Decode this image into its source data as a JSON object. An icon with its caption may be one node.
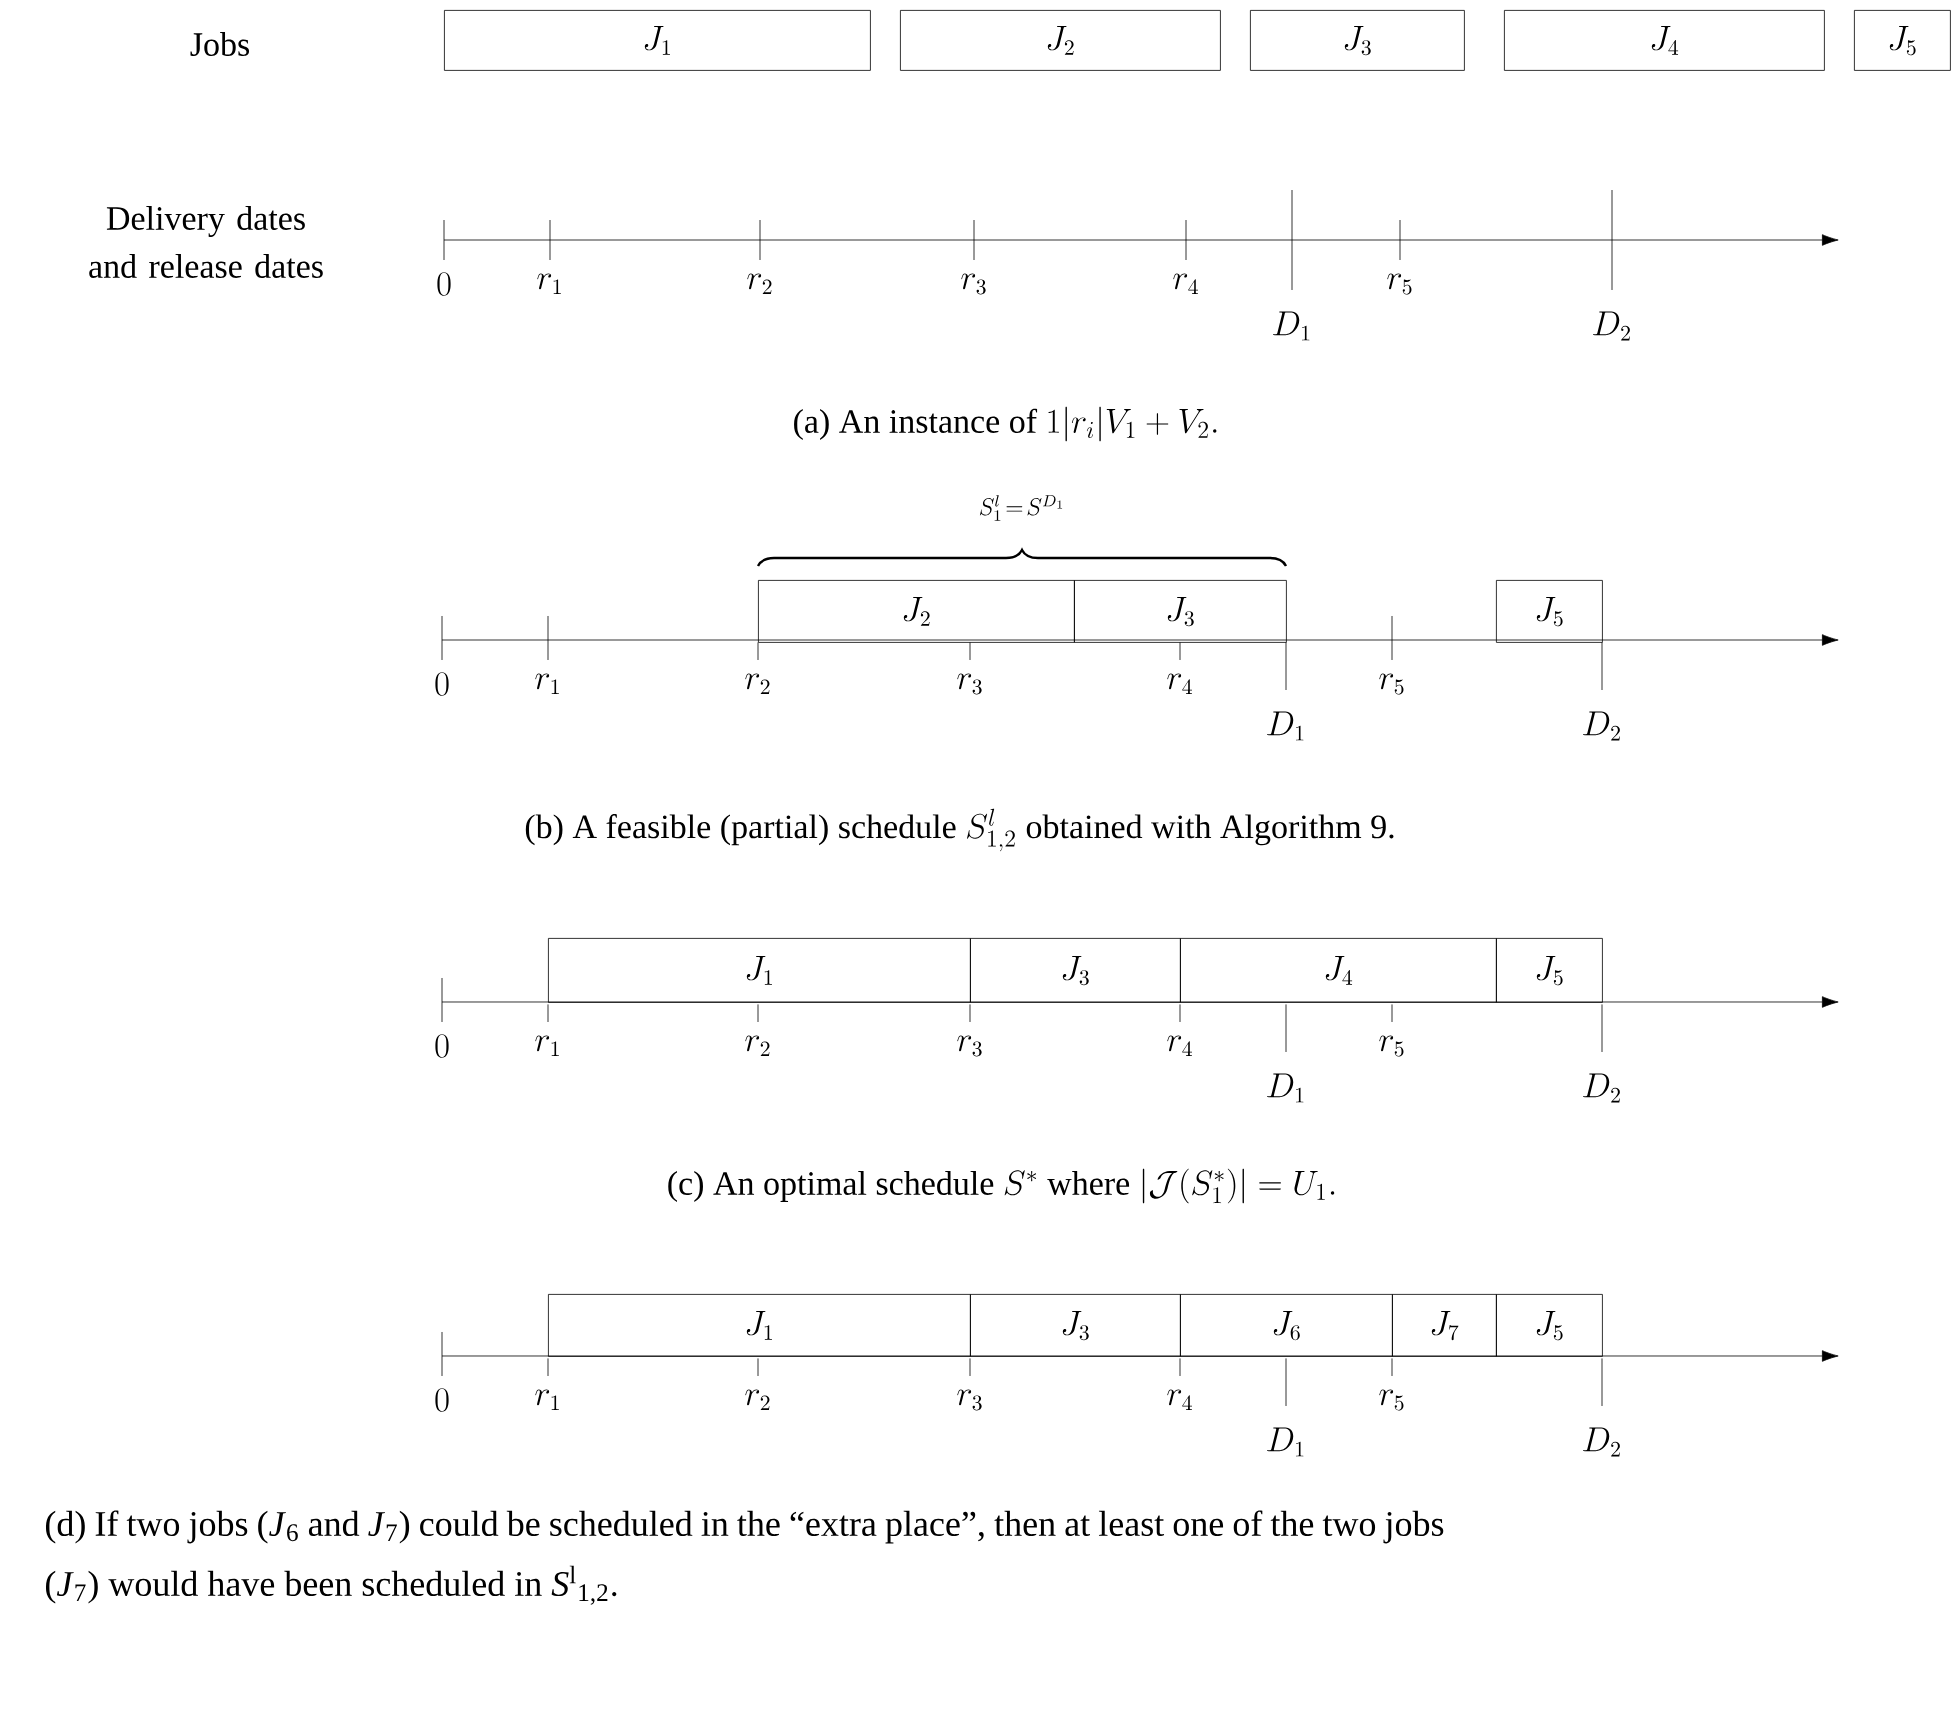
{
  "diagram": {
    "nodes": [
      {
        "text": [
          "J_1"
        ]
      },
      {
        "text": [
          "J_2"
        ]
      },
      {
        "text": [
          "J_3"
        ]
      },
      {
        "text": [
          "J_4"
        ]
      },
      {
        "text": [
          "J_5"
        ]
      },
      {
        "text": [
          "J_2"
        ]
      },
      {
        "text": [
          "J_3"
        ]
      },
      {
        "text": [
          "J_5"
        ]
      },
      {
        "text": [
          "J_1"
        ]
      },
      {
        "text": [
          "J_3"
        ]
      },
      {
        "text": [
          "J_4"
        ]
      },
      {
        "text": [
          "J_5"
        ]
      },
      {
        "text": [
          "J_1"
        ]
      },
      {
        "text": [
          "J_3"
        ]
      },
      {
        "text": [
          "J_6"
        ]
      },
      {
        "text": [
          "J_7"
        ]
      },
      {
        "text": [
          "J_5"
        ]
      }
    ],
    "labels": [
      "Jobs",
      "Delivery dates and release dates",
      "0",
      "r_1",
      "r_2",
      "r_3",
      "r_4",
      "D_1",
      "r_5",
      "D_2",
      "\\text{(a) An instance of }1|r_i|V_1+V_2.",
      "S_1^l\\!=\\!S^{D_1}",
      "0",
      "r_1",
      "r_2",
      "r_3",
      "r_4",
      "D_1",
      "r_5",
      "D_2",
      "\\text{(b) A feasible (partial) schedule }S^l_{1,2}\\text{ obtained with Algorithm 9.}",
      "0",
      "r_1",
      "r_2",
      "r_3",
      "r_4",
      "D_1",
      "r_5",
      "D_2",
      "\\text{(c) An optimal schedule }S^*\\text{ where }|\\mathcal{J}(S^*_1)|=U_1.",
      "0",
      "r_1",
      "r_2",
      "r_3",
      "r_4",
      "D_1",
      "r_5",
      "D_2",
      "(d) If two jobs (*J*$_{6}$ and *J*$_{7}$) could be scheduled in the “extra place”, then at least one of the two jobs (*J*$_{7}$) would have been scheduled in *S*$^{l}$$_{1,2}$."
    ]
  }
}
